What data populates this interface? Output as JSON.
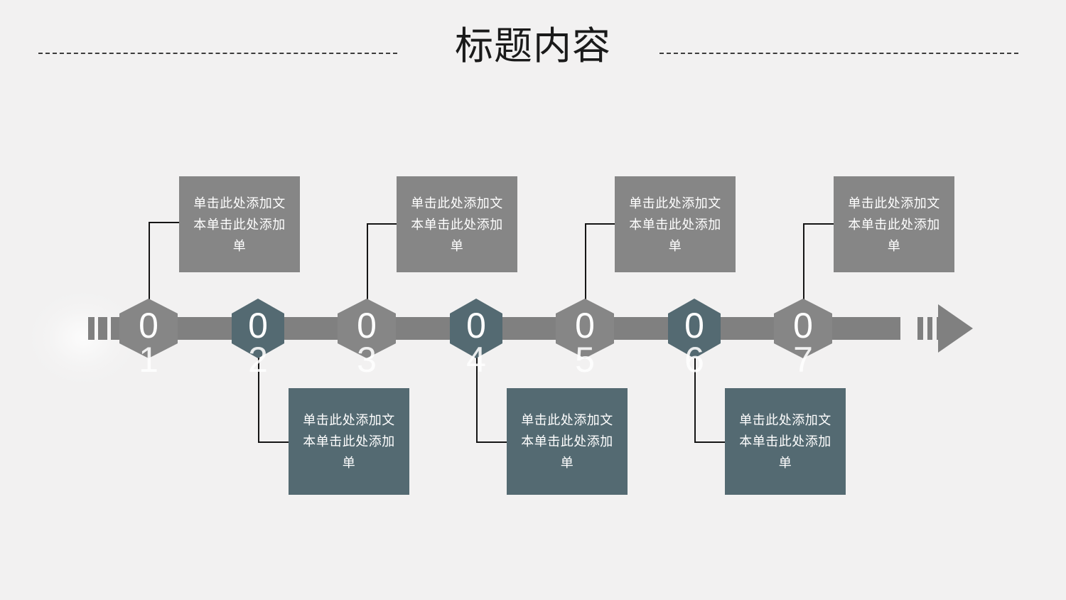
{
  "header": {
    "title": "标题内容",
    "rule_style": "dashed"
  },
  "colors": {
    "background": "#f2f1f1",
    "gray": "#868686",
    "dark_blue_gray": "#546a72",
    "track": "#808080",
    "connector": "#151515",
    "title_text": "#1a1a1a",
    "card_text": "#ffffff"
  },
  "timeline": {
    "arrow_direction": "right",
    "left_cap_dashes": 3,
    "right_cap_dashes": 3,
    "nodes": [
      {
        "number": "01",
        "digit_top": "0",
        "digit_bottom": "1",
        "style": "gray",
        "card_position": "top"
      },
      {
        "number": "02",
        "digit_top": "0",
        "digit_bottom": "2",
        "style": "dark",
        "card_position": "bottom"
      },
      {
        "number": "03",
        "digit_top": "0",
        "digit_bottom": "3",
        "style": "gray",
        "card_position": "top"
      },
      {
        "number": "04",
        "digit_top": "0",
        "digit_bottom": "4",
        "style": "dark",
        "card_position": "bottom"
      },
      {
        "number": "05",
        "digit_top": "0",
        "digit_bottom": "5",
        "style": "gray",
        "card_position": "top"
      },
      {
        "number": "06",
        "digit_top": "0",
        "digit_bottom": "6",
        "style": "dark",
        "card_position": "bottom"
      },
      {
        "number": "07",
        "digit_top": "0",
        "digit_bottom": "7",
        "style": "gray",
        "card_position": "top"
      }
    ]
  },
  "cards": {
    "top": [
      {
        "text": "单击此处添加文本单击此处添加单",
        "style": "gray"
      },
      {
        "text": "单击此处添加文本单击此处添加单",
        "style": "gray"
      },
      {
        "text": "单击此处添加文本单击此处添加单",
        "style": "gray"
      },
      {
        "text": "单击此处添加文本单击此处添加单",
        "style": "gray"
      }
    ],
    "bottom": [
      {
        "text": "单击此处添加文本单击此处添加单",
        "style": "dark"
      },
      {
        "text": "单击此处添加文本单击此处添加单",
        "style": "dark"
      },
      {
        "text": "单击此处添加文本单击此处添加单",
        "style": "dark"
      }
    ]
  }
}
